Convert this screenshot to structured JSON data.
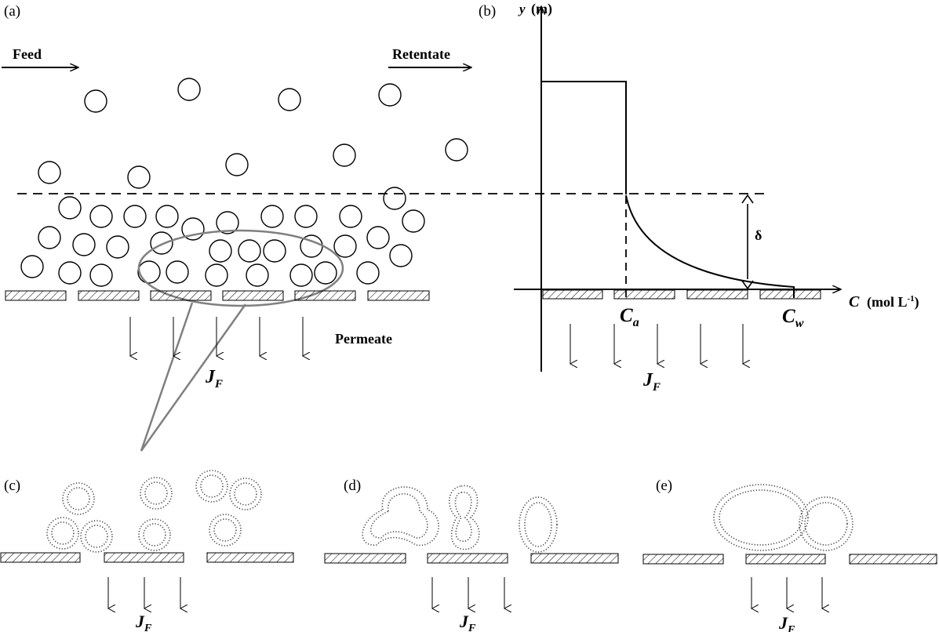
{
  "panels": {
    "a": "(a)",
    "b": "(b)",
    "c": "(c)",
    "d": "(d)",
    "e": "(e)"
  },
  "labels": {
    "feed": "Feed",
    "retentate": "Retentate",
    "permeate": "Permeate",
    "delta": "δ",
    "flux_main": "J",
    "flux_sub": "F"
  },
  "axes": {
    "y_var": "y",
    "y_unit": "(m)",
    "x_var": "C",
    "x_unit_pre": "(mol L",
    "x_unit_sup": "-1",
    "x_unit_post": ")",
    "ca_main": "C",
    "ca_sub": "a",
    "cw_main": "C",
    "cw_sub": "w"
  }
}
